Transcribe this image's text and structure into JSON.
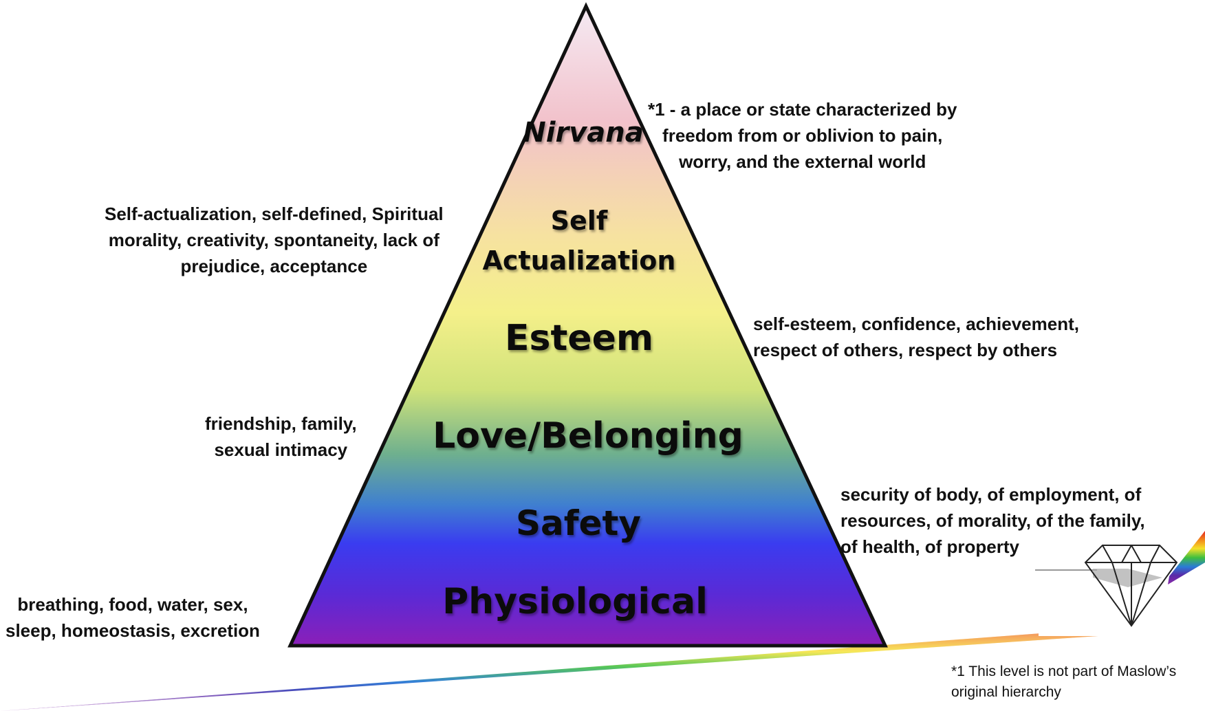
{
  "levels": {
    "nirvana": "Nirvana",
    "self_line1": "Self",
    "self_line2": "Actualization",
    "esteem": "Esteem",
    "love": "Love/Belonging",
    "safety": "Safety",
    "physiological": "Physiological"
  },
  "notes": {
    "nirvana": [
      "*1 - a place or state characterized by",
      "freedom from or oblivion to pain,",
      "worry, and the external world"
    ],
    "self_actualization": [
      "Self-actualization, self-defined, Spiritual",
      "morality, creativity, spontaneity, lack of",
      "prejudice, acceptance"
    ],
    "esteem": [
      "self-esteem, confidence, achievement,",
      "respect of others, respect by others"
    ],
    "love": [
      "friendship, family,",
      "sexual intimacy"
    ],
    "safety": [
      "security of body, of employment, of",
      "resources, of morality, of the family,",
      "of health, of property"
    ],
    "physiological": [
      "breathing, food, water, sex,",
      "sleep, homeostasis, excretion"
    ]
  },
  "footnote": [
    "*1 This level is not part of Maslow’s",
    "original hierarchy"
  ],
  "colors": {
    "outline": "#111111",
    "gradient": [
      "#f5eaf3",
      "#f2c2cb",
      "#f6e2a0",
      "#f4f08a",
      "#cfe27a",
      "#6fb08e",
      "#3f7fd0",
      "#3a3cf0",
      "#5a2ad6",
      "#8b1fb8"
    ],
    "spectrum": [
      "#e32222",
      "#f28a1c",
      "#f5e12a",
      "#3fbf3f",
      "#2a7bd6",
      "#5a2aa8",
      "#8a2aa8"
    ]
  }
}
